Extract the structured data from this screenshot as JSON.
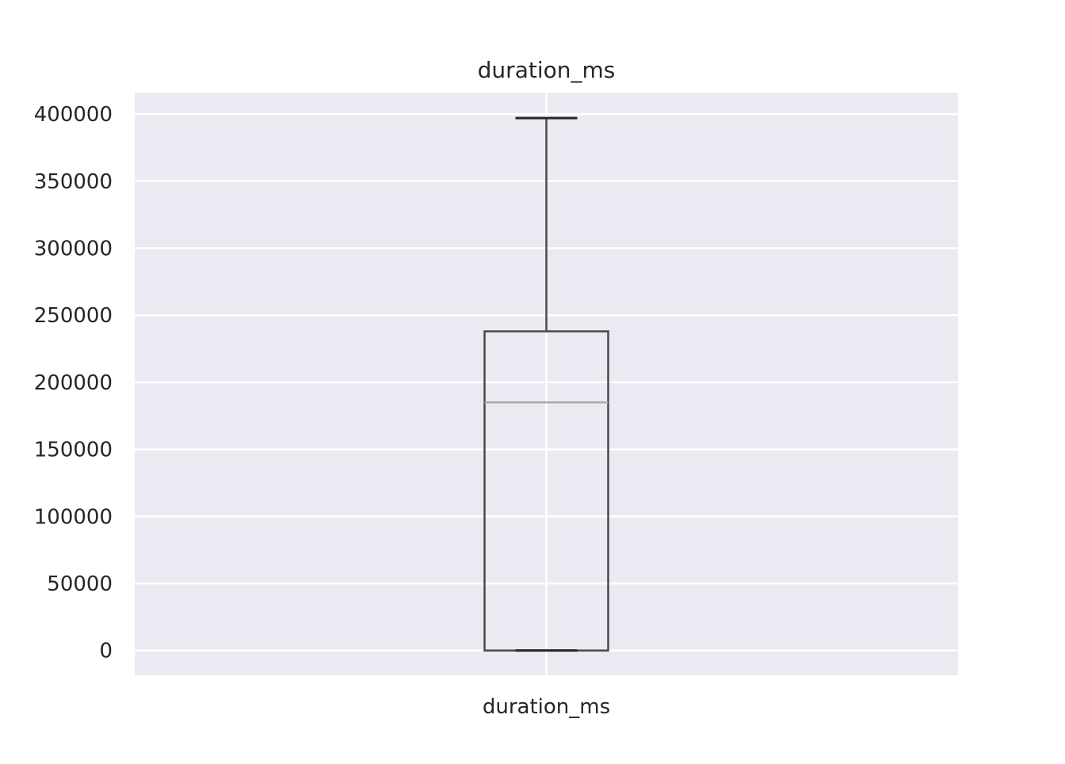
{
  "chart_data": {
    "type": "boxplot",
    "title": "duration_ms",
    "xlabel": "",
    "ylabel": "",
    "categories": [
      "duration_ms"
    ],
    "boxes": [
      {
        "category": "duration_ms",
        "whisker_low": 0,
        "q1": 0,
        "median": 185000,
        "q3": 238000,
        "whisker_high": 397000
      }
    ],
    "yticks": [
      0,
      50000,
      100000,
      150000,
      200000,
      250000,
      300000,
      350000,
      400000
    ],
    "ytick_labels": [
      "0",
      "50000",
      "100000",
      "150000",
      "200000",
      "250000",
      "300000",
      "350000",
      "400000"
    ],
    "ylim": [
      -18500,
      416000
    ],
    "grid": true,
    "colors": {
      "background": "#eaeaf2",
      "grid": "#ffffff",
      "box": "#4a4a4a",
      "median": "#a9a9a9",
      "cap": "#262626"
    }
  }
}
